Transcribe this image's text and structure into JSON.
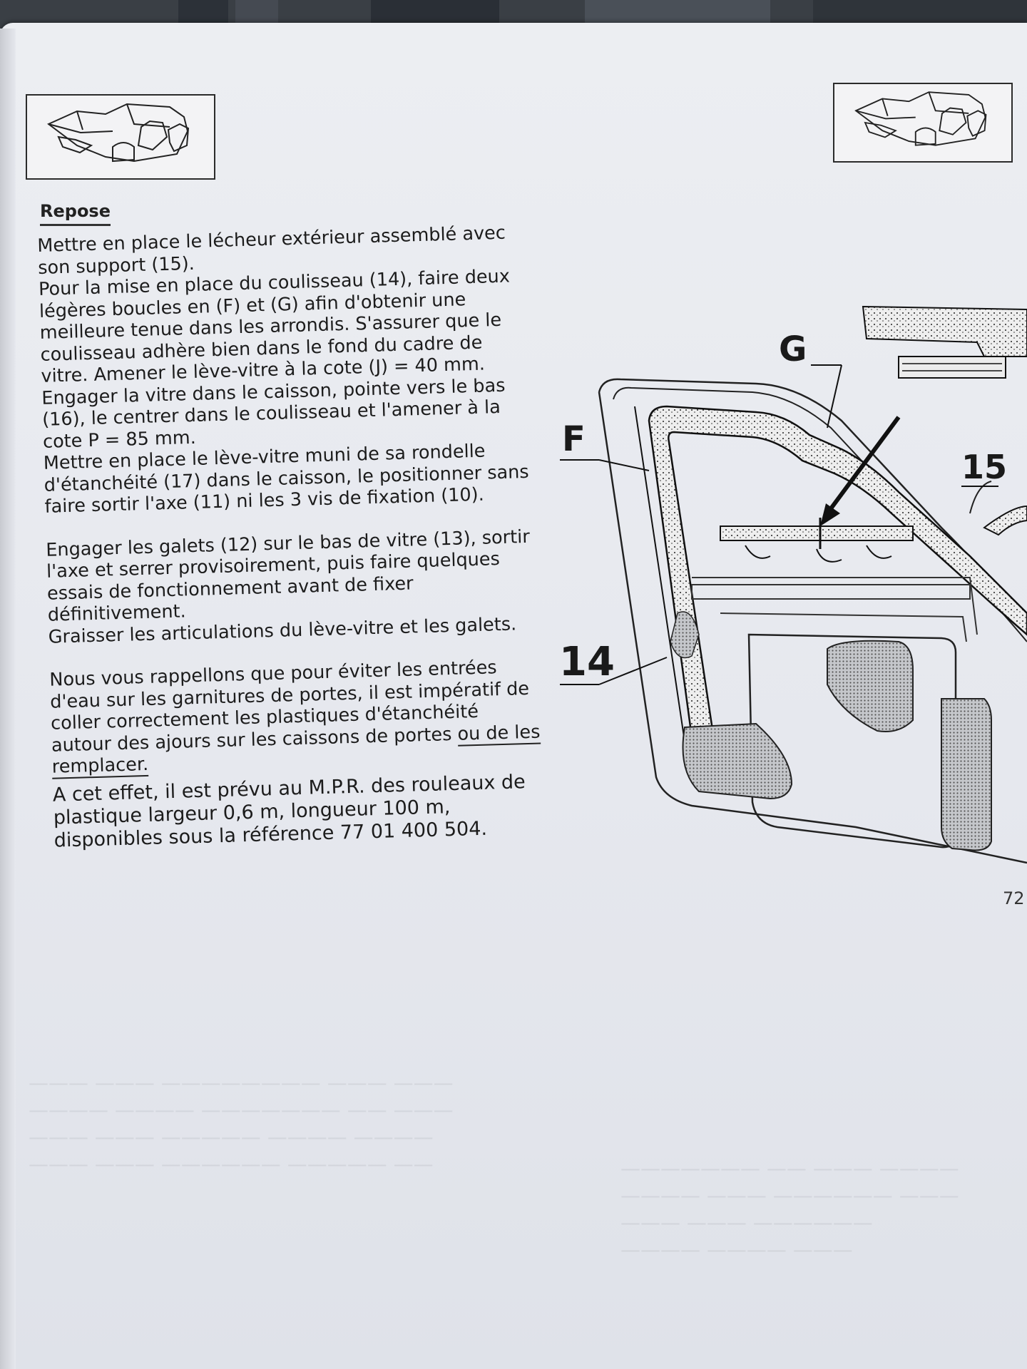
{
  "section_heading": "Repose",
  "paragraphs": [
    "Mettre en place le lécheur extérieur assemblé avec son support (15).",
    "Pour la mise en place du coulisseau (14), faire deux légères boucles en (F) et (G) afin d'obtenir une meilleure tenue dans les arrondis. S'assurer que le coulisseau adhère bien dans le fond du cadre de vitre. Amener le lève-vitre à la cote (J) = 40 mm.",
    "Engager la vitre dans le caisson, pointe vers le bas (16), le centrer dans le coulisseau et l'amener à la cote P = 85 mm.",
    "Mettre en place le lève-vitre muni de sa rondelle d'étanchéité (17) dans le caisson, le positionner sans faire sortir l'axe (11) ni les 3 vis de fixation (10).",
    "Engager les galets (12) sur le bas de vitre (13), sortir l'axe et serrer provisoirement, puis faire quelques essais de fonctionnement avant de fixer définitivement.",
    "Graisser les articulations du lève-vitre et les galets."
  ],
  "notice_main": "Nous vous rappellons que pour éviter les entrées d'eau sur les garnitures de portes, il est impératif de coller correctement les plastiques d'étanchéité autour des ajours sur les caissons de portes ",
  "notice_underlined": "ou de les remplacer.",
  "notice_followup": "A cet effet, il est prévu au M.P.R. des rouleaux de plastique largeur 0,6 m, longueur 100 m, disponibles sous la référence 77 01 400 504.",
  "diagram": {
    "label_g": "G",
    "label_f": "F",
    "label_15": "15",
    "label_14": "14"
  },
  "page_number": "72",
  "colors": {
    "paper": "#e8eaef",
    "ink": "#1c1c1c",
    "hatch": "#9a9ca0"
  }
}
